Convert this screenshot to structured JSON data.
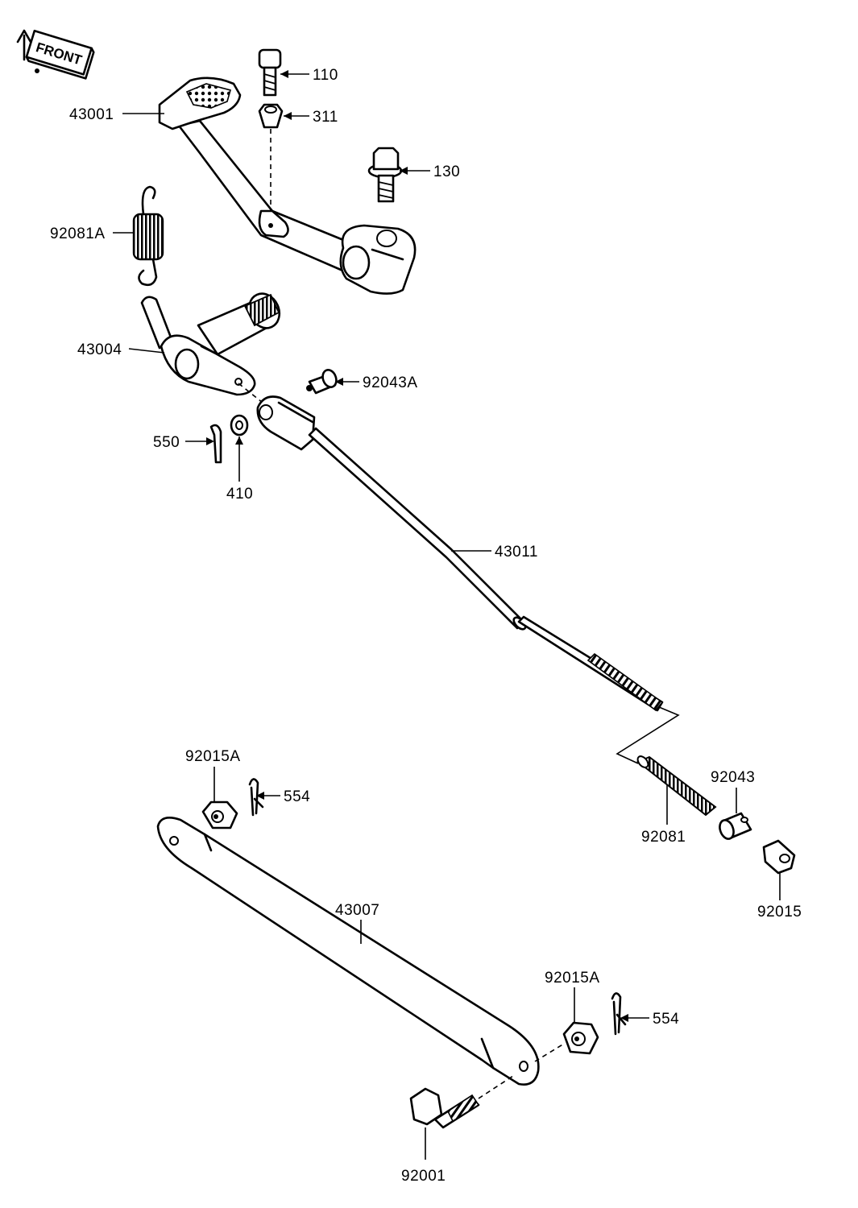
{
  "front_marker": {
    "text": "FRONT"
  },
  "labels": [
    {
      "id": "lbl-43001",
      "text": "43001"
    },
    {
      "id": "lbl-110",
      "text": "110"
    },
    {
      "id": "lbl-311",
      "text": "311"
    },
    {
      "id": "lbl-130",
      "text": "130"
    },
    {
      "id": "lbl-92081A",
      "text": "92081A"
    },
    {
      "id": "lbl-43004",
      "text": "43004"
    },
    {
      "id": "lbl-92043A",
      "text": "92043A"
    },
    {
      "id": "lbl-550",
      "text": "550"
    },
    {
      "id": "lbl-410",
      "text": "410"
    },
    {
      "id": "lbl-43011",
      "text": "43011"
    },
    {
      "id": "lbl-92015A-1",
      "text": "92015A"
    },
    {
      "id": "lbl-554-1",
      "text": "554"
    },
    {
      "id": "lbl-92043",
      "text": "92043"
    },
    {
      "id": "lbl-92081",
      "text": "92081"
    },
    {
      "id": "lbl-92015",
      "text": "92015"
    },
    {
      "id": "lbl-43007",
      "text": "43007"
    },
    {
      "id": "lbl-92015A-2",
      "text": "92015A"
    },
    {
      "id": "lbl-554-2",
      "text": "554"
    },
    {
      "id": "lbl-92001",
      "text": "92001"
    }
  ]
}
